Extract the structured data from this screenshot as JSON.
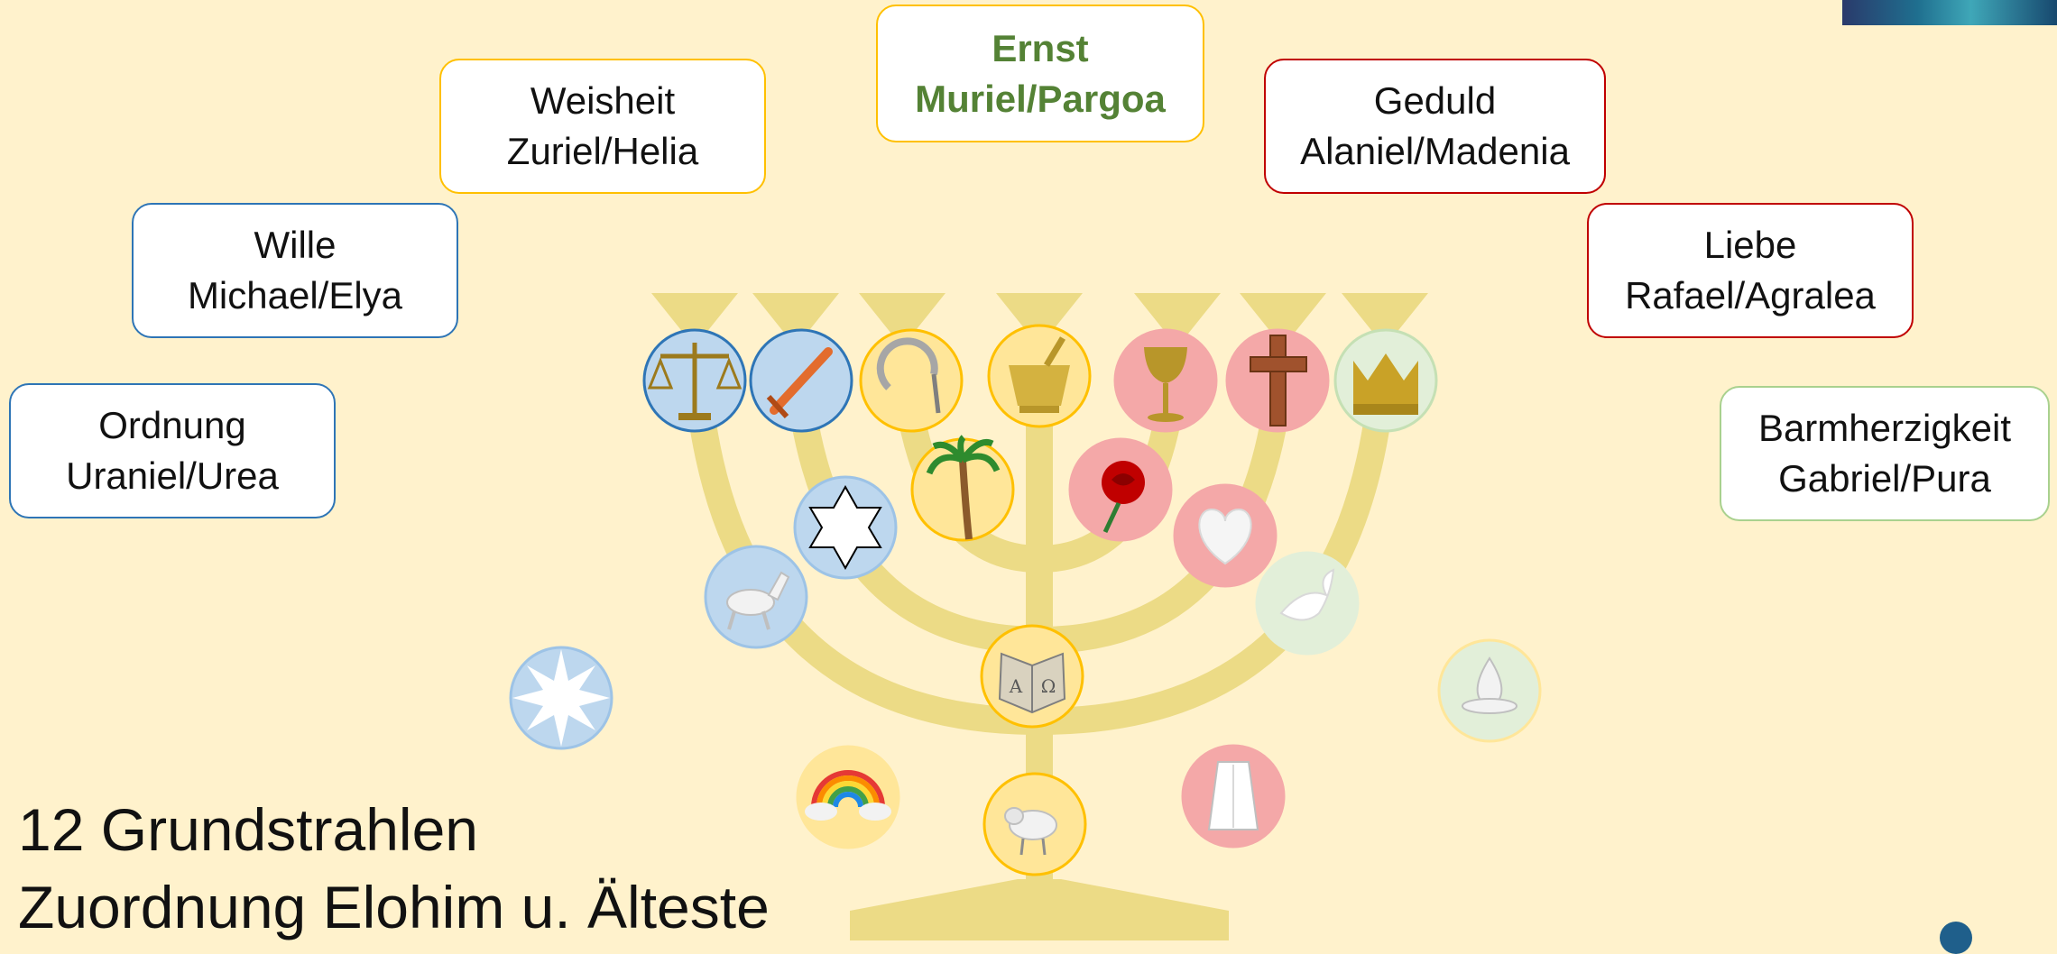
{
  "boxes": [
    {
      "id": "ernst",
      "line1": "Ernst",
      "line2": "Muriel/Pargoa",
      "color": "yellow"
    },
    {
      "id": "weisheit",
      "line1": "Weisheit",
      "line2": "Zuriel/Helia",
      "color": "yellow"
    },
    {
      "id": "geduld",
      "line1": "Geduld",
      "line2": "Alaniel/Madenia",
      "color": "red"
    },
    {
      "id": "wille",
      "line1": "Wille",
      "line2": "Michael/Elya",
      "color": "blue"
    },
    {
      "id": "liebe",
      "line1": "Liebe",
      "line2": "Rafael/Agralea",
      "color": "red"
    },
    {
      "id": "ordnung",
      "line1": "Ordnung",
      "line2": "Uraniel/Urea",
      "color": "blue"
    },
    {
      "id": "barmherzigkeit",
      "line1": "Barmherzigkeit",
      "line2": "Gabriel/Pura",
      "color": "green"
    }
  ],
  "title": {
    "line1": "12 Grundstrahlen",
    "line2": "Zuordnung Elohim u. Älteste"
  },
  "symbols": [
    {
      "name": "scales-icon",
      "tint": "blue"
    },
    {
      "name": "sword-icon",
      "tint": "blue"
    },
    {
      "name": "sickle-icon",
      "tint": "yellow"
    },
    {
      "name": "mortar-icon",
      "tint": "yellow"
    },
    {
      "name": "chalice-icon",
      "tint": "red"
    },
    {
      "name": "cross-icon",
      "tint": "red"
    },
    {
      "name": "crown-icon",
      "tint": "green"
    },
    {
      "name": "palm-tree-icon",
      "tint": "yellow"
    },
    {
      "name": "rose-icon",
      "tint": "red"
    },
    {
      "name": "six-point-star-icon",
      "tint": "blue"
    },
    {
      "name": "heart-icon",
      "tint": "red"
    },
    {
      "name": "horse-icon",
      "tint": "blue"
    },
    {
      "name": "dove-icon",
      "tint": "green"
    },
    {
      "name": "open-book-alpha-omega-icon",
      "tint": "yellow"
    },
    {
      "name": "many-point-star-icon",
      "tint": "blue"
    },
    {
      "name": "flame-bowl-icon",
      "tint": "green"
    },
    {
      "name": "rainbow-icon",
      "tint": "yellow"
    },
    {
      "name": "lamb-icon",
      "tint": "yellow"
    },
    {
      "name": "robe-icon",
      "tint": "red"
    }
  ],
  "colors": {
    "background": "#fff2cc",
    "menorah": "#ecdb86",
    "blue": "#2e75b6",
    "yellow": "#ffc000",
    "red": "#c00000",
    "green": "#a9d18e",
    "ernst_text": "#548235"
  }
}
